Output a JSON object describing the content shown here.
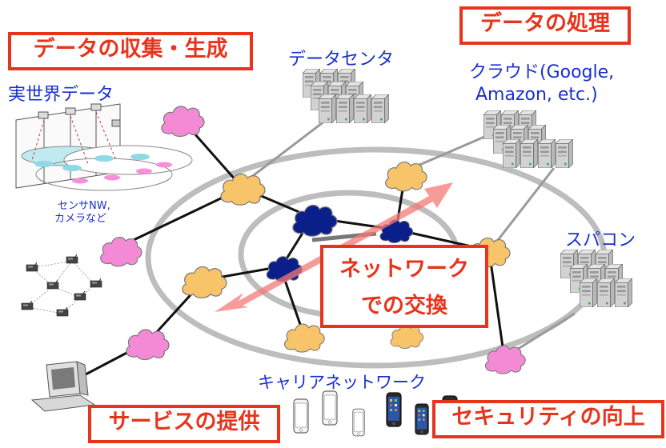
{
  "callouts": {
    "collection": "データの収集・生成",
    "processing": "データの処理",
    "network_exchange_line1": "ネットワーク",
    "network_exchange_line2": "での交換",
    "service": "サービスの提供",
    "security": "セキュリティの向上"
  },
  "labels": {
    "real_world_data": "実世界データ",
    "data_center": "データセンタ",
    "cloud_line1": "クラウド(Google,",
    "cloud_line2": "Amazon, etc.)",
    "sensor_line1": "センサNW,",
    "sensor_line2": "カメラなど",
    "supercomputer": "スパコン",
    "carrier_network": "キャリアネットワーク"
  },
  "colors": {
    "callout_red": "#e8341c",
    "label_blue": "#1a2fd0",
    "core_cloud": "#0b1f8a",
    "edge_cloud": "#f8c46a",
    "access_cloud": "#f48ad6",
    "ring_gray": "#b8b8b8",
    "exchange_arrow": "#f47a76"
  },
  "icons": [
    "server-rack-icon",
    "cloud-icon",
    "sensor-node-icon",
    "desktop-computer-icon",
    "smartphone-icon"
  ]
}
